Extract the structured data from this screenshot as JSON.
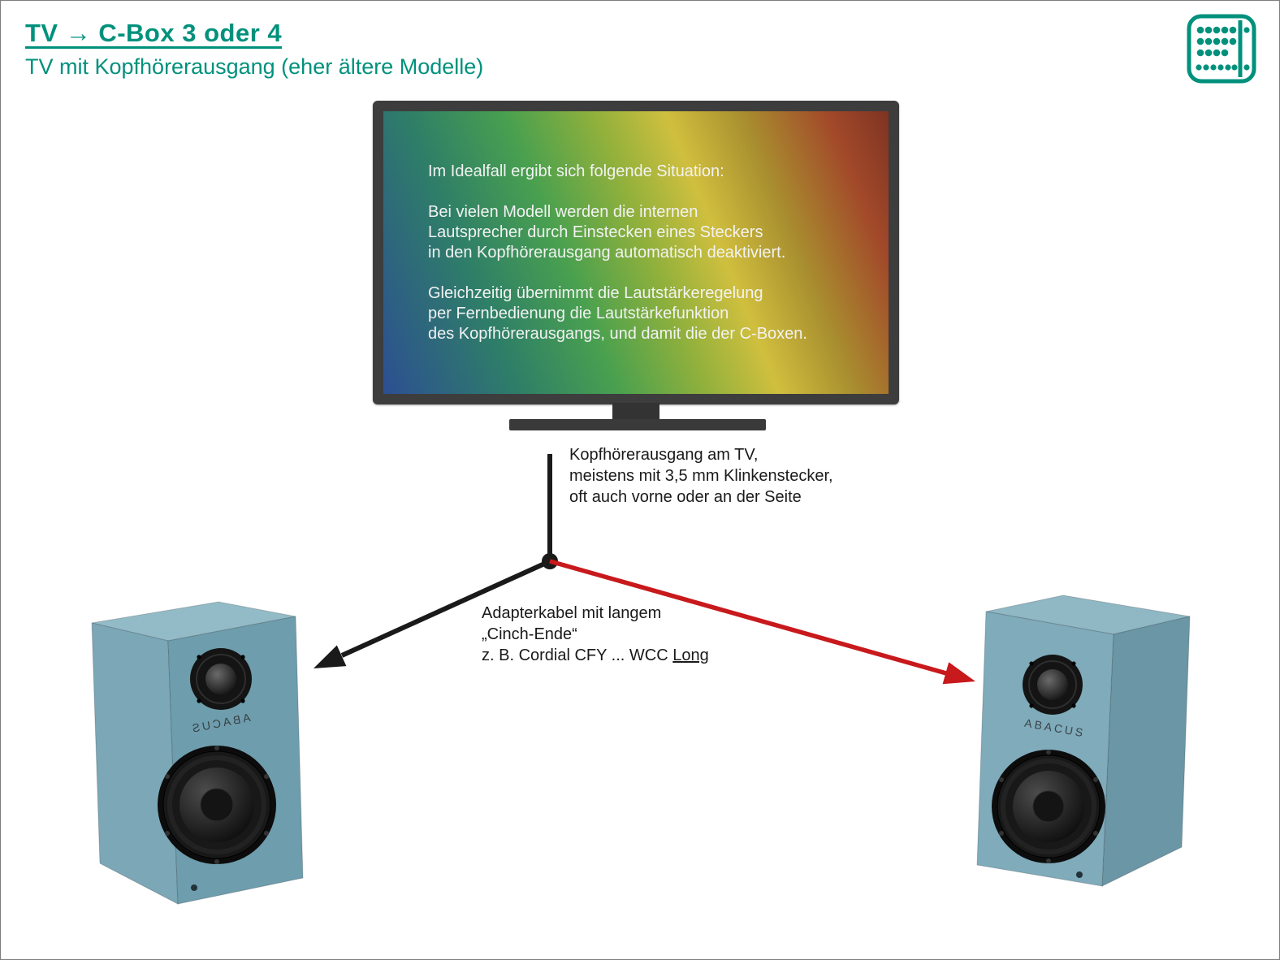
{
  "colors": {
    "accent": "#00917c",
    "arrow_black": "#1a1a1a",
    "arrow_red": "#c8191c",
    "speaker_front_left": "#6e9dad",
    "speaker_side_left": "#7ba7b6",
    "speaker_top_left": "#93bbc7",
    "speaker_front_right": "#7fabbb",
    "speaker_side_right": "#6a96a6",
    "speaker_top_right": "#8fb7c4"
  },
  "header": {
    "title": "TV → C-Box 3 oder 4",
    "subtitle": "TV mit Kopfhörerausgang (eher ältere Modelle)"
  },
  "tv": {
    "screen_text": {
      "p1": "Im Idealfall ergibt sich folgende Situation:",
      "p2": "Bei vielen Modell werden die internen\nLautsprecher durch Einstecken eines Steckers\nin den Kopfhörerausgang automatisch deaktiviert.",
      "p3": "Gleichzeitig übernimmt die Lautstärkeregelung\nper Fernbedienung die Lautstärkefunktion\ndes Kopfhörerausgangs, und damit die der C-Boxen."
    }
  },
  "annotations": {
    "headphone_out": "Kopfhörerausgang am TV,\nmeistens mit 3,5 mm Klinkenstecker,\noft auch vorne oder an der Seite",
    "adapter_line1": "Adapterkabel mit langem",
    "adapter_line2": "„Cinch-Ende“",
    "adapter_line3_prefix": "z. B. Cordial CFY ... WCC ",
    "adapter_line3_underlined": "Long"
  },
  "speakers": {
    "brand": "ABACUS"
  }
}
